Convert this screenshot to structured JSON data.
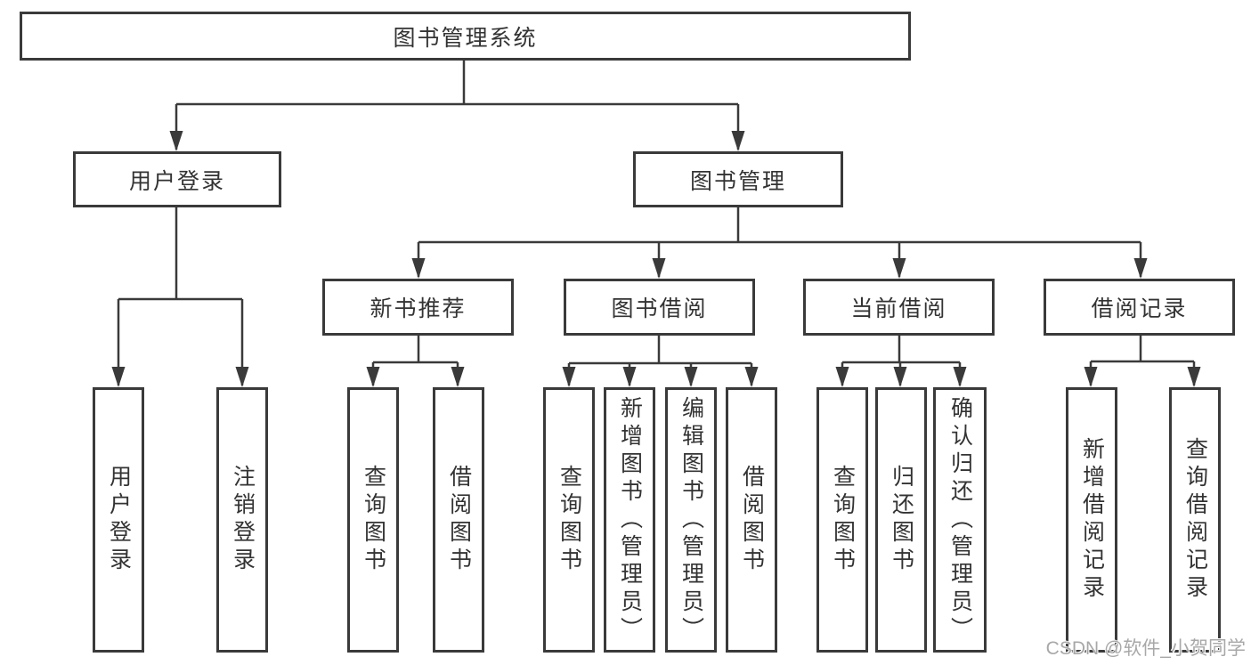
{
  "tree": {
    "label": "图书管理系统",
    "children": [
      {
        "label": "用户登录",
        "children": [
          {
            "label": "用户登录"
          },
          {
            "label": "注销登录"
          }
        ]
      },
      {
        "label": "图书管理",
        "children": [
          {
            "label": "新书推荐",
            "children": [
              {
                "label": "查询图书"
              },
              {
                "label": "借阅图书"
              }
            ]
          },
          {
            "label": "图书借阅",
            "children": [
              {
                "label": "查询图书"
              },
              {
                "label": "新增图书（管理员）"
              },
              {
                "label": "编辑图书（管理员）"
              },
              {
                "label": "借阅图书"
              }
            ]
          },
          {
            "label": "当前借阅",
            "children": [
              {
                "label": "查询图书"
              },
              {
                "label": "归还图书"
              },
              {
                "label": "确认归还（管理员）"
              }
            ]
          },
          {
            "label": "借阅记录",
            "children": [
              {
                "label": "新增借阅记录"
              },
              {
                "label": "查询借阅记录"
              }
            ]
          }
        ]
      }
    ]
  },
  "watermark": {
    "text": "CSDN @软件_小贺同学"
  },
  "colors": {
    "border": "#3a3a3a",
    "line": "#3a3a3a",
    "text": "#333333",
    "background": "#ffffff",
    "watermark": "#a8a8a8"
  }
}
